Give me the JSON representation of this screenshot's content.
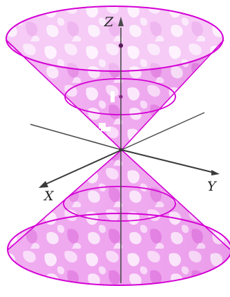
{
  "axes": {
    "z_label": "Z",
    "x_label": "X",
    "y_label": "Y"
  },
  "colors": {
    "cone_fill": "#e87ce8",
    "cone_fill_light": "#f6c8f6",
    "cone_edge": "#d400d4",
    "axis": "#4a4a4a",
    "point": "#5a1a5a"
  }
}
